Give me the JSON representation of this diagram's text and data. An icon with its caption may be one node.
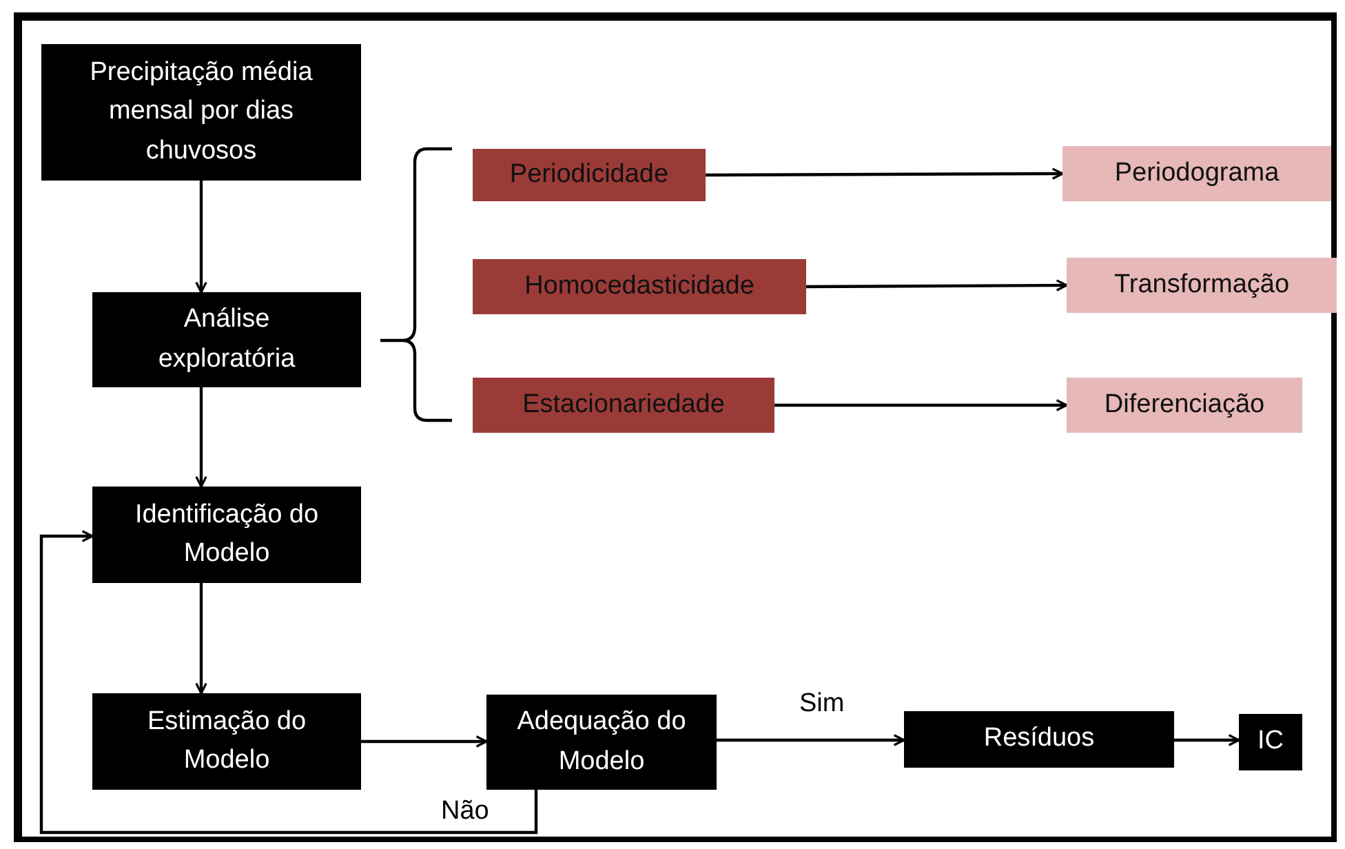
{
  "diagram": {
    "nodes": [
      {
        "text": [
          "Precipitação média mensal por dias chuvosos"
        ]
      },
      {
        "text": [
          "Análise exploratória"
        ]
      },
      {
        "text": [
          "Identificação do Modelo"
        ]
      },
      {
        "text": [
          "Estimação do Modelo"
        ]
      },
      {
        "text": [
          "Adequação do Modelo"
        ]
      },
      {
        "text": [
          "Resíduos"
        ]
      },
      {
        "text": [
          "IC"
        ]
      },
      {
        "text": [
          "Periodicidade"
        ]
      },
      {
        "text": [
          "Homocedasticidade"
        ]
      },
      {
        "text": [
          "Estacionariedade"
        ]
      },
      {
        "text": [
          "Periodograma"
        ]
      },
      {
        "text": [
          "Transformação"
        ]
      },
      {
        "text": [
          "Diferenciação"
        ]
      }
    ],
    "edges": [
      {
        "from": 0,
        "to": 1,
        "arrow": "to"
      },
      {
        "from": 1,
        "to": 2,
        "arrow": "to"
      },
      {
        "from": 2,
        "to": 3,
        "arrow": "to"
      },
      {
        "from": 3,
        "to": 4,
        "arrow": "to"
      },
      {
        "from": 4,
        "to": 5,
        "arrow": "to",
        "label": "Sim"
      },
      {
        "from": 5,
        "to": 6,
        "arrow": "to"
      },
      {
        "from": 4,
        "to": 2,
        "arrow": "to",
        "label": "Não"
      },
      {
        "from": 7,
        "to": 10,
        "arrow": "to"
      },
      {
        "from": 8,
        "to": 11,
        "arrow": "to"
      },
      {
        "from": 9,
        "to": 12,
        "arrow": "to"
      }
    ]
  }
}
